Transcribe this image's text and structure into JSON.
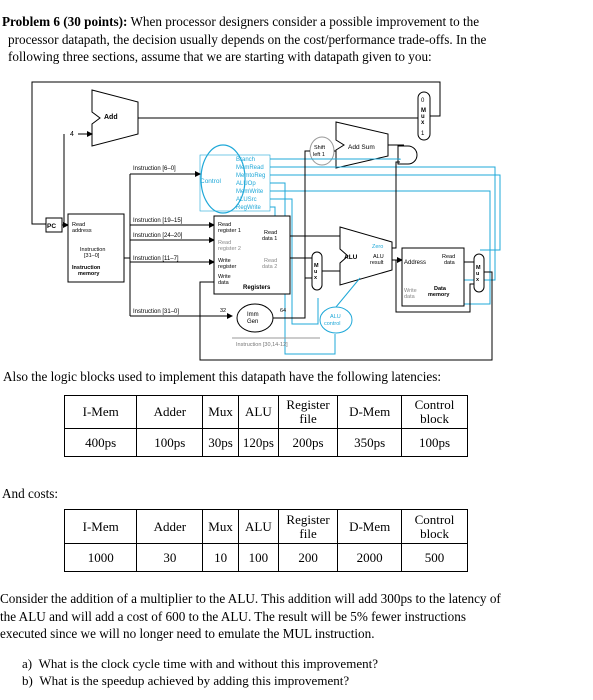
{
  "problem": {
    "heading": "Problem 6 (30 points):",
    "intro_first_line": "When processor designers consider a possible improvement to the",
    "intro_line2": "processor datapath, the decision usually depends on the cost/performance trade-offs. In the",
    "intro_line3": "following three sections, assume that we are starting with datapath given to you:"
  },
  "diagram": {
    "add_label": "Add",
    "add_sum_label": "Add  Sum",
    "four_label": "4",
    "shift_left_line1": "Shift",
    "shift_left_line2": "left 1",
    "branch": "Branch",
    "memread": "MemRead",
    "memtoreg": "MemtoReg",
    "control": "Control",
    "aluop": "ALUOp",
    "memwrite": "MemWrite",
    "alusrc": "ALUSrc",
    "regwrite": "RegWrite",
    "instr_6_0": "Instruction [6–0]",
    "instr_19_15": "Instruction [19–15]",
    "instr_24_20": "Instruction [24–20]",
    "instr_11_7": "Instruction [11–7]",
    "instr_31_0": "Instruction [31–0]",
    "instr_30_14_12": "Instruction [30,14-12]",
    "pc": "PC",
    "read_address": "Read\naddress",
    "instruction_31_0": "Instruction\n[31–0]",
    "instruction_memory": "Instruction\nmemory",
    "read_register_1": "Read\nregister 1",
    "read_register_2": "Read\nregister 2",
    "write_register": "Write\nregister",
    "write_data": "Write\ndata",
    "read_data_1": "Read\ndata 1",
    "read_data_2": "Read\ndata 2",
    "registers": "Registers",
    "imm_gen": "Imm\nGen",
    "num_32": "32",
    "num_64": "64",
    "alu": "ALU",
    "zero": "Zero",
    "alu_result": "ALU\nresult",
    "alu_control": "ALU\ncontrol",
    "address": "Address",
    "read_data_mem": "Read\ndata",
    "write_data_mem": "Write\ndata",
    "data_memory": "Data\nmemory",
    "mux_letters": "M\nu\nx",
    "mux_zero": "0",
    "mux_one": "1",
    "colors": {
      "control_blue": "#1fa8d8",
      "datapath": "#000000"
    }
  },
  "latency_intro": "Also the logic blocks used to implement this datapath have the following latencies:",
  "latency_table": {
    "headers": [
      "I-Mem",
      "Adder",
      "Mux",
      "ALU",
      "Register\nfile",
      "D-Mem",
      "Control\nblock"
    ],
    "values": [
      "400ps",
      "100ps",
      "30ps",
      "120ps",
      "200ps",
      "350ps",
      "100ps"
    ]
  },
  "costs_label": "And costs:",
  "cost_table": {
    "headers": [
      "I-Mem",
      "Adder",
      "Mux",
      "ALU",
      "Register\nfile",
      "D-Mem",
      "Control\nblock"
    ],
    "values": [
      "1000",
      "30",
      "10",
      "100",
      "200",
      "2000",
      "500"
    ]
  },
  "consider": {
    "line1": "Consider the addition of a multiplier to the ALU. This addition will add 300ps to the latency of",
    "line2": "the ALU and will add a cost of 600 to the ALU. The result will be 5% fewer instructions",
    "line3": "executed since we will no longer need to emulate the MUL instruction."
  },
  "questions": [
    {
      "label": "a)",
      "text": "What is the clock cycle time with and without this improvement?"
    },
    {
      "label": "b)",
      "text": "What is the speedup achieved by adding this improvement?"
    }
  ]
}
